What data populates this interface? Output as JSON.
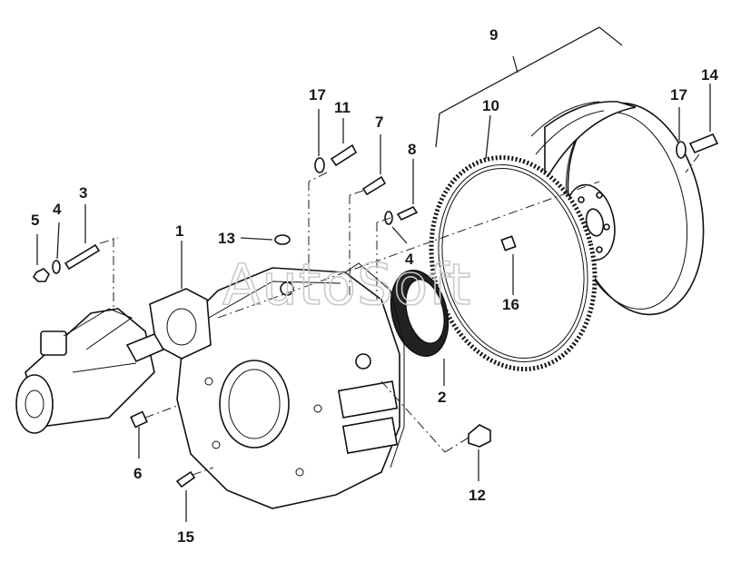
{
  "watermark": "AutoSoft",
  "callouts": {
    "c1": "1",
    "c2": "2",
    "c3": "3",
    "c4a": "4",
    "c4b": "4",
    "c5": "5",
    "c6": "6",
    "c7": "7",
    "c8": "8",
    "c9": "9",
    "c10": "10",
    "c11": "11",
    "c12": "12",
    "c13": "13",
    "c14": "14",
    "c15": "15",
    "c16": "16",
    "c17a": "17",
    "c17b": "17"
  },
  "colors": {
    "line": "#111111",
    "label": "#1a1a1a",
    "watermark": "#c9c9c9",
    "background": "#ffffff"
  }
}
